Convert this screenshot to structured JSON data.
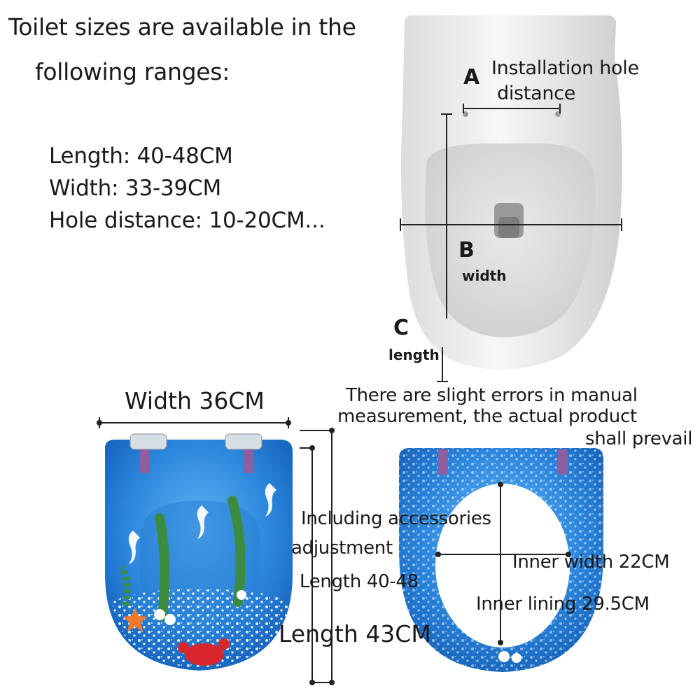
{
  "header": {
    "line1": "Toilet sizes are available in the",
    "line2": "following ranges:"
  },
  "specs": {
    "length": "Length: 40-48CM",
    "width": "Width: 33-39CM",
    "hole_distance": "Hole distance: 10-20CM..."
  },
  "toilet_diagram": {
    "letter_a": "A",
    "installation_label_1": "Installation hole",
    "installation_label_2": "distance",
    "letter_b": "B",
    "width_label": "width",
    "letter_c": "C",
    "length_label": "length"
  },
  "seat_left": {
    "width_label": "Width 36CM",
    "accessories_label": "Including accessories",
    "adjustment_label": "adjustment",
    "length_range_label": "Length 40-48",
    "length_label": "Length 43CM"
  },
  "note": {
    "line1": "There are slight errors in manual",
    "line2": "measurement, the actual product",
    "line3": "shall prevail"
  },
  "seat_right": {
    "inner_width_label": "Inner width 22CM",
    "inner_lining_label": "Inner lining 29.5CM"
  },
  "colors": {
    "seat_blue": "#2f8fe0",
    "seat_dark_blue": "#1667c2",
    "porcelain": "#f2f2f2",
    "line": "#222222"
  }
}
